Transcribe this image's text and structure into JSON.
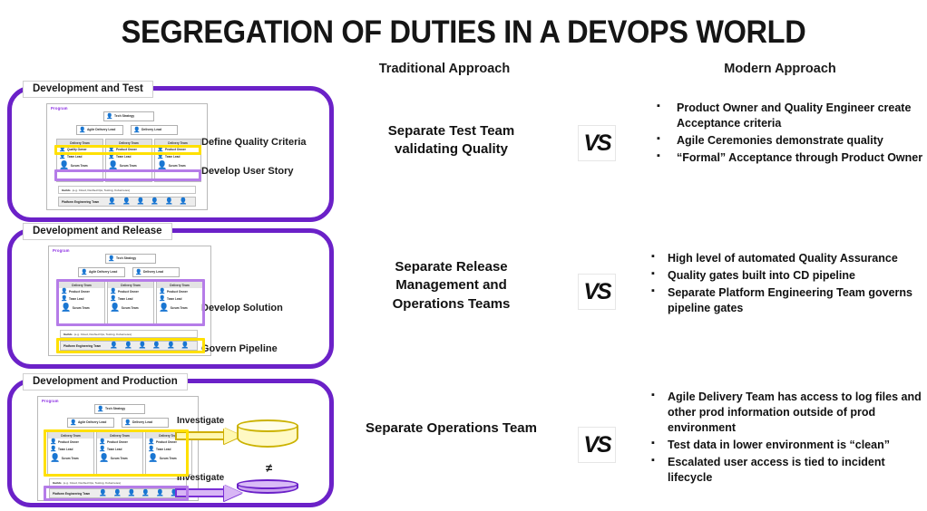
{
  "title": "SEGREGATION OF DUTIES IN A DEVOPS WORLD",
  "columns": {
    "traditional": "Traditional Approach",
    "modern": "Modern Approach"
  },
  "vs_label": "VS",
  "rows": [
    {
      "panel_label": "Development and Test",
      "diagram": {
        "tag": "Program",
        "top_node": "Tech Strategy",
        "level2": [
          "Agile Delivery Lead",
          "Delivery Lead"
        ],
        "teams": [
          {
            "title": "Delivery Team",
            "members": [
              "Quality Owner",
              "Team Lead",
              "Scrum Team"
            ]
          },
          {
            "title": "Delivery Team",
            "members": [
              "Product Owner",
              "Team Lead",
              "Scrum Team"
            ]
          },
          {
            "title": "Delivery Team",
            "members": [
              "Product Owner",
              "Team Lead",
              "Scrum Team"
            ]
          }
        ],
        "guild_label": "Guilds",
        "guild_text": "(e.g. Cloud, DevSecOps, Testing, Kubernetes)",
        "platform_label": "Platform Engineering Team",
        "highlight_yellow": "Quality Owner row",
        "highlight_purple": "Scrum Team row"
      },
      "annotations": [
        "Define Quality Criteria",
        "Develop User Story"
      ],
      "traditional": "Separate Test Team\nvalidating Quality",
      "modern_bullets": [
        "Product Owner and Quality Engineer create Acceptance criteria",
        "Agile Ceremonies demonstrate quality",
        "“Formal” Acceptance through Product Owner"
      ]
    },
    {
      "panel_label": "Development and Release",
      "diagram": {
        "tag": "Program",
        "top_node": "Tech Strategy",
        "level2": [
          "Agile Delivery Lead",
          "Delivery Lead"
        ],
        "teams": [
          {
            "title": "Delivery Team",
            "members": [
              "Product Owner",
              "Team Lead",
              "Scrum Team"
            ]
          },
          {
            "title": "Delivery Team",
            "members": [
              "Product Owner",
              "Team Lead",
              "Scrum Team"
            ]
          },
          {
            "title": "Delivery Team",
            "members": [
              "Product Owner",
              "Team Lead",
              "Scrum Team"
            ]
          }
        ],
        "guild_label": "Guilds",
        "guild_text": "(e.g. Cloud, DevSecOps, Testing, Kubernetes)",
        "platform_label": "Platform Engineering Team",
        "highlight_purple": "All delivery teams",
        "highlight_yellow": "Platform Engineering Team"
      },
      "annotations": [
        "Develop Solution",
        "Govern Pipeline"
      ],
      "traditional": "Separate Release\nManagement and\nOperations Teams",
      "modern_bullets": [
        "High level of automated Quality Assurance",
        "Quality gates built into CD pipeline",
        "Separate Platform Engineering Team governs pipeline gates"
      ]
    },
    {
      "panel_label": "Development and Production",
      "diagram": {
        "tag": "Program",
        "top_node": "Tech Strategy",
        "level2": [
          "Agile Delivery Lead",
          "Delivery Lead"
        ],
        "teams": [
          {
            "title": "Delivery Team",
            "members": [
              "Product Owner",
              "Team Lead",
              "Scrum Team"
            ]
          },
          {
            "title": "Delivery Team",
            "members": [
              "Product Owner",
              "Team Lead",
              "Scrum Team"
            ]
          },
          {
            "title": "Delivery Team",
            "members": [
              "Product Owner",
              "Team Lead",
              "Scrum Team"
            ]
          }
        ],
        "guild_label": "Guilds",
        "guild_text": "(e.g. Cloud, DevSecOps, Testing, Kubernetes)",
        "platform_label": "Platform Engineering Team",
        "highlight_yellow": "All delivery teams",
        "highlight_purple": "Platform Engineering Team"
      },
      "arrows": [
        {
          "label": "Investigate",
          "color": "#FFF8B0"
        },
        {
          "label": "Investigate",
          "color": "#D8B6F5"
        }
      ],
      "not_equal": "≠",
      "traditional": "Separate Operations Team",
      "modern_bullets": [
        "Agile Delivery Team has access to log files and other prod information outside of prod environment",
        "Test data in lower environment is “clean”",
        "Escalated user access is tied to incident lifecycle"
      ]
    }
  ],
  "colors": {
    "panel_border": "#6B21C8",
    "highlight_yellow": "#FFE000",
    "highlight_purple": "#B57CE8",
    "person_icon": "#4FC3F7",
    "title_text": "#151515"
  }
}
